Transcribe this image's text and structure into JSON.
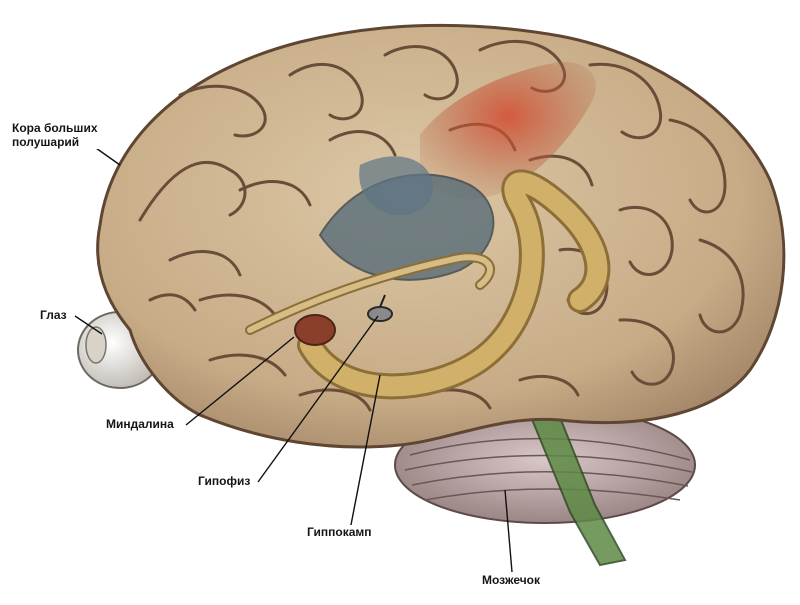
{
  "labels": {
    "cortex": "Кора больших\nполушарий",
    "eye": "Глаз",
    "amygdala": "Миндалина",
    "pituitary": "Гипофиз",
    "hippocampus": "Гиппокамп",
    "cerebellum": "Мозжечок"
  },
  "colors": {
    "cortex": "#c9ad88",
    "sulcus": "#6a4d38",
    "motor_area": "#c8442c",
    "thalamus": "#4f6776",
    "limbic_arc": "#c7a65e",
    "cerebellum": "#b8a0a0",
    "brainstem": "#4f7f3a",
    "eye": "#e8e4de",
    "leader_line": "#111111"
  }
}
